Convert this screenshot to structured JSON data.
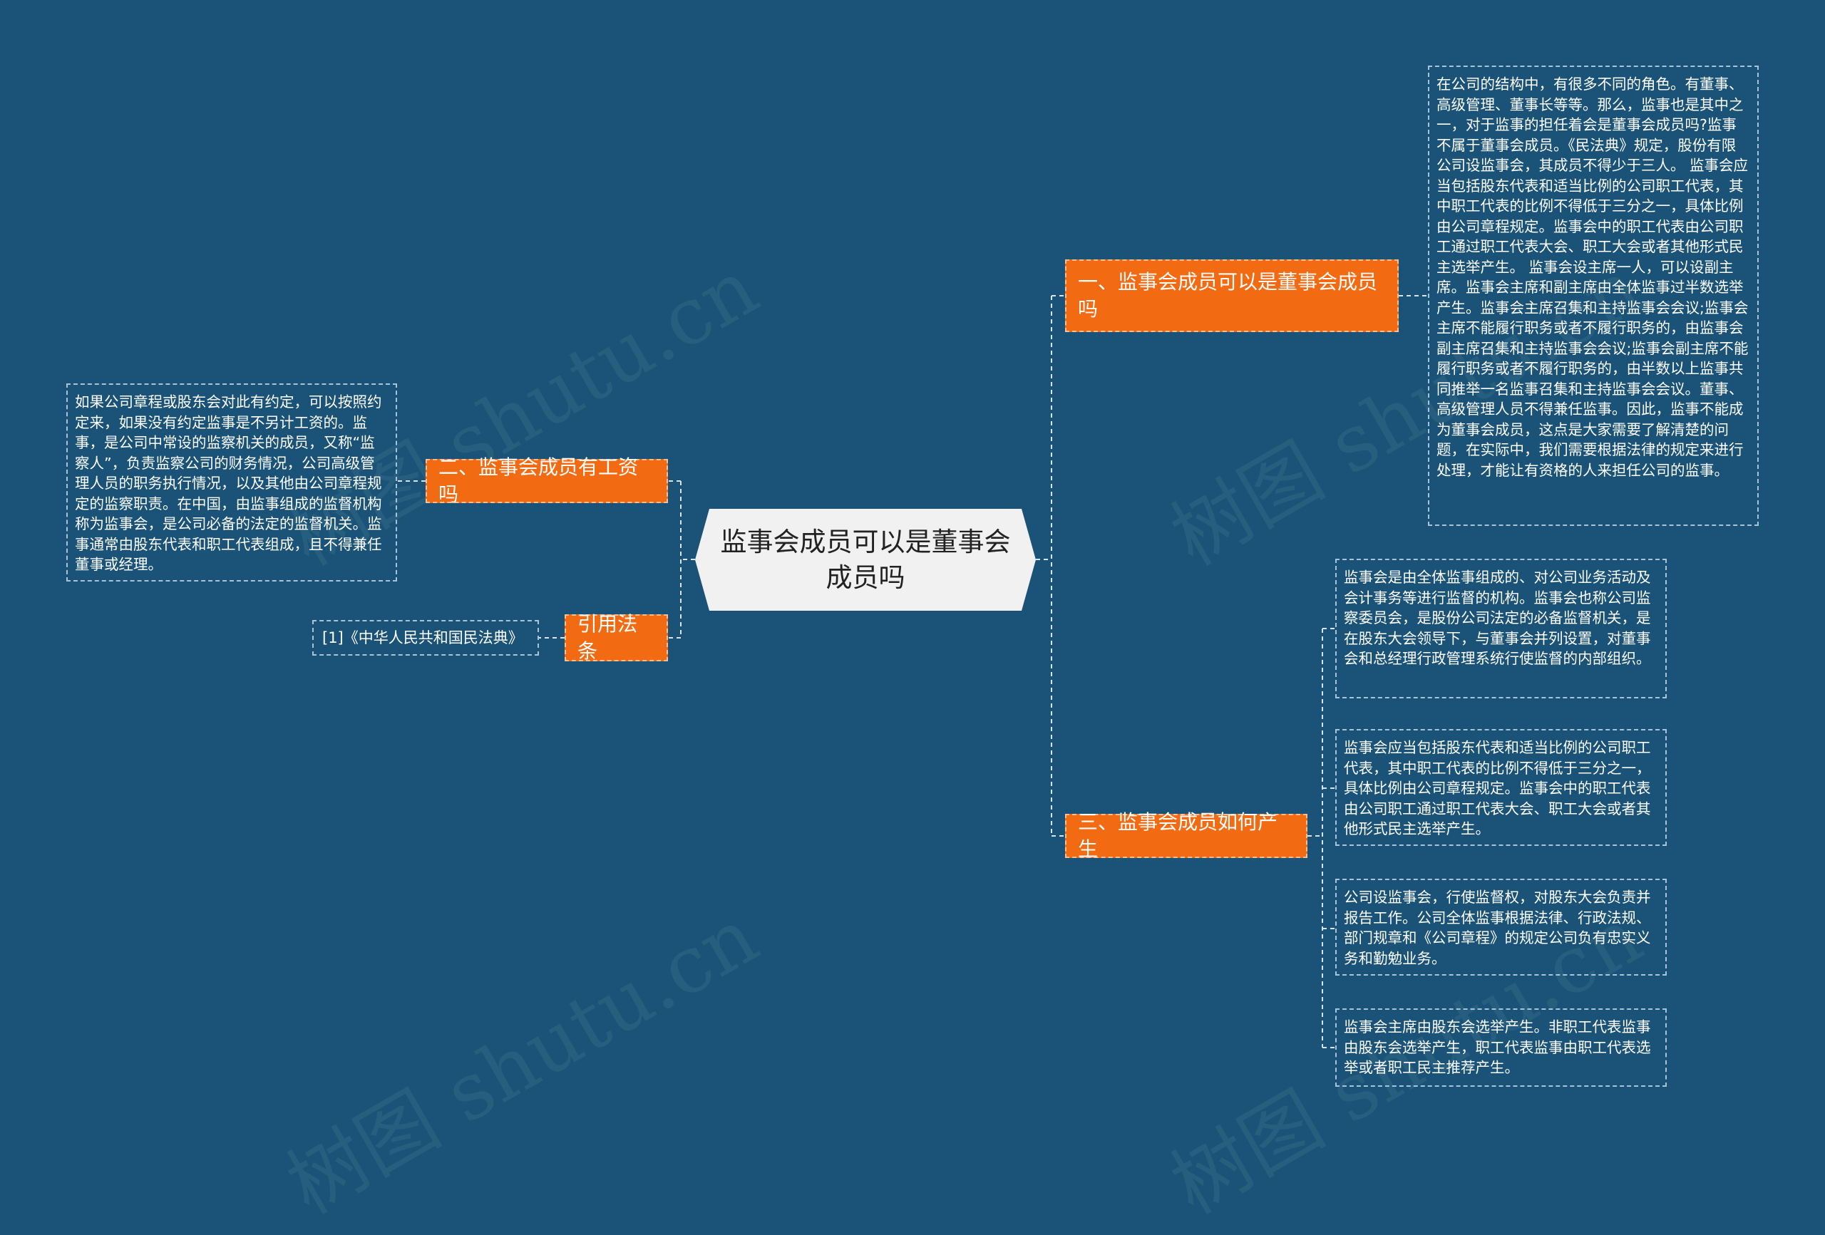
{
  "root": {
    "title": "监事会成员可以是董事会成员吗"
  },
  "branches": [
    {
      "label": "一、监事会成员可以是董事会成员吗",
      "leaves": [
        "在公司的结构中，有很多不同的角色。有董事、高级管理、董事长等等。那么，监事也是其中之一，对于监事的担任着会是董事会成员吗?监事不属于董事会成员。《民法典》规定，股份有限公司设监事会，其成员不得少于三人。 监事会应当包括股东代表和适当比例的公司职工代表，其中职工代表的比例不得低于三分之一，具体比例由公司章程规定。监事会中的职工代表由公司职工通过职工代表大会、职工大会或者其他形式民主选举产生。 监事会设主席一人，可以设副主席。监事会主席和副主席由全体监事过半数选举产生。监事会主席召集和主持监事会会议;监事会主席不能履行职务或者不履行职务的，由监事会副主席召集和主持监事会会议;监事会副主席不能履行职务或者不履行职务的，由半数以上监事共同推举一名监事召集和主持监事会会议。董事、高级管理人员不得兼任监事。因此，监事不能成为董事会成员，这点是大家需要了解清楚的问题，在实际中，我们需要根据法律的规定来进行处理，才能让有资格的人来担任公司的监事。"
      ]
    },
    {
      "label": "二、监事会成员有工资吗",
      "leaves": [
        "如果公司章程或股东会对此有约定，可以按照约定来，如果没有约定监事是不另计工资的。监事，是公司中常设的监察机关的成员，又称“监察人”，负责监察公司的财务情况，公司高级管理人员的职务执行情况，以及其他由公司章程规定的监察职责。在中国，由监事组成的监督机构称为监事会，是公司必备的法定的监督机关。监事通常由股东代表和职工代表组成，且不得兼任董事或经理。"
      ]
    },
    {
      "label": "引用法条",
      "leaves": [
        "[1]《中华人民共和国民法典》"
      ]
    },
    {
      "label": "三、监事会成员如何产生",
      "leaves": [
        "监事会是由全体监事组成的、对公司业务活动及会计事务等进行监督的机构。监事会也称公司监察委员会，是股份公司法定的必备监督机关，是在股东大会领导下，与董事会并列设置，对董事会和总经理行政管理系统行使监督的内部组织。",
        "监事会应当包括股东代表和适当比例的公司职工代表，其中职工代表的比例不得低于三分之一，具体比例由公司章程规定。监事会中的职工代表由公司职工通过职工代表大会、职工大会或者其他形式民主选举产生。",
        "公司设监事会，行使监督权，对股东大会负责并报告工作。公司全体监事根据法律、行政法规、部门规章和《公司章程》的规定公司负有忠实义务和勤勉业务。",
        "监事会主席由股东会选举产生。非职工代表监事由股东会选举产生，职工代表监事由职工代表选举或者职工民主推荐产生。"
      ]
    }
  ],
  "watermark": "树图 shutu.cn",
  "colors": {
    "background": "#1a5377",
    "branch": "#f26a12",
    "root": "#f1f1f1"
  }
}
